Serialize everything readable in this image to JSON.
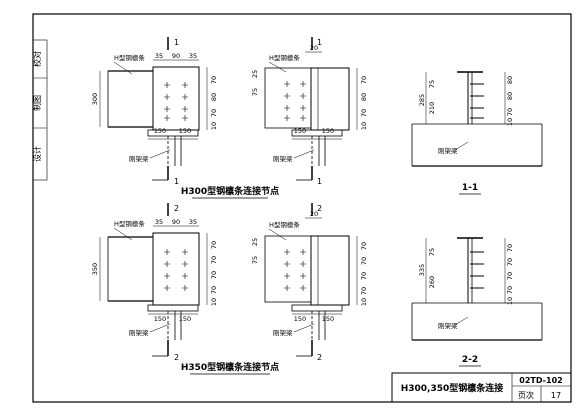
{
  "side_block": {
    "proofread_label": "校对",
    "draw_label": "制图",
    "design_label": "设计"
  },
  "title_block": {
    "drawing_title": "H300,350型钢檩条连接",
    "atlas_number": "02TD-102",
    "page_label": "页次",
    "page_number": "17"
  },
  "views": {
    "h300": {
      "caption": "H300型钢檩条连接节点",
      "purlin_label": "H型钢檩条",
      "beam_label": "刚架梁",
      "height_dim": "300",
      "top_dims": [
        "35",
        "90",
        "35"
      ],
      "top_dims_side": [
        "20"
      ],
      "bottom_dims": [
        "150",
        "150"
      ],
      "right_dims": [
        "70",
        "80",
        "70",
        "10"
      ],
      "left_dims_side": [
        "25",
        "75"
      ],
      "plate_right_dims": [
        "70",
        "80",
        "70",
        "10"
      ],
      "section_mark": "1",
      "section_title": "1-1",
      "section_dims": [
        "285",
        "75",
        "210"
      ],
      "section_right_dims": [
        "80",
        "80",
        "70",
        "10"
      ]
    },
    "h350": {
      "caption": "H350型钢檩条连接节点",
      "purlin_label": "H型钢檩条",
      "beam_label": "刚架梁",
      "height_dim": "350",
      "top_dims": [
        "35",
        "90",
        "35"
      ],
      "top_dims_side": [
        "20"
      ],
      "bottom_dims": [
        "150",
        "150"
      ],
      "right_dims": [
        "70",
        "70",
        "70",
        "70",
        "10"
      ],
      "left_dims_side": [
        "25",
        "75"
      ],
      "plate_right_dims": [
        "70",
        "70",
        "70",
        "70",
        "10"
      ],
      "section_mark": "2",
      "section_title": "2-2",
      "section_dims": [
        "335",
        "75",
        "260"
      ],
      "section_right_dims": [
        "70",
        "70",
        "70",
        "70",
        "10"
      ]
    }
  }
}
